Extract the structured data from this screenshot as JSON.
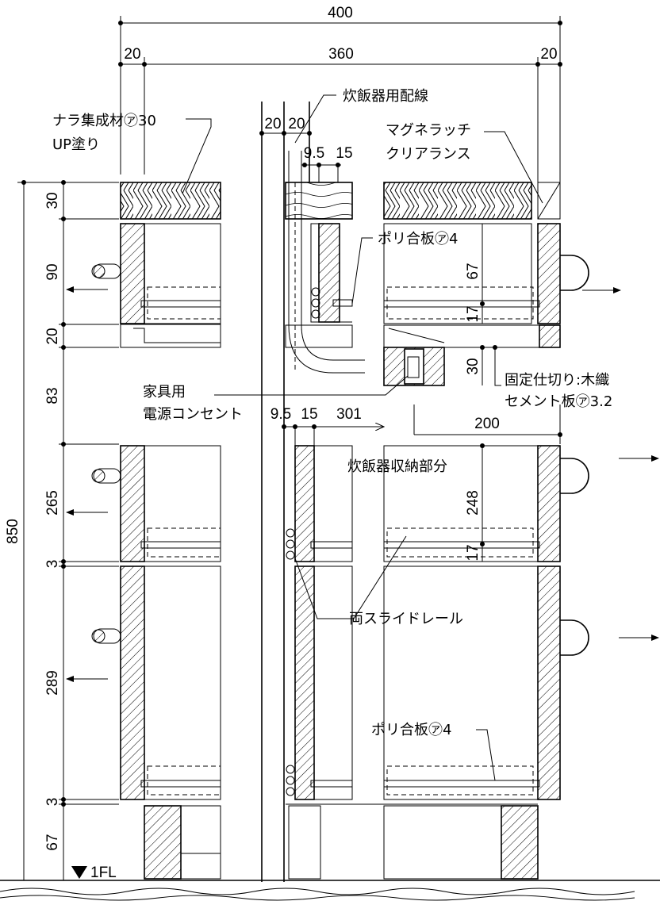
{
  "dims": {
    "total_width": "400",
    "side_left": "20",
    "inner_width": "360",
    "side_right": "20",
    "wiring_a": "20",
    "wiring_b": "20",
    "gap_95_top": "9.5",
    "gap_15_top": "15",
    "h_30": "30",
    "h_90": "90",
    "h_20": "20",
    "h_83": "83",
    "h_265": "265",
    "h_3a": "3",
    "h_289": "289",
    "h_3b": "3",
    "h_67": "67",
    "h_850": "850",
    "inner_67": "67",
    "inner_17a": "17",
    "inner_30": "30",
    "mid_95": "9.5",
    "mid_15": "15",
    "mid_301": "301",
    "mid_200": "200",
    "inner_248": "248",
    "inner_17b": "17"
  },
  "labels": {
    "top_material_1": "ナラ集成材㋐30",
    "top_material_2": "UP塗り",
    "rice_wiring": "炊飯器用配線",
    "magnet_1": "マグネラッチ",
    "magnet_2": "クリアランス",
    "poly_top": "ポリ合板㋐4",
    "partition_1": "固定仕切り:木織",
    "partition_2": "セメント板㋐3.2",
    "outlet_1": "家具用",
    "outlet_2": "電源コンセント",
    "rice_storage": "炊飯器収納部分",
    "slide_rail": "両スライドレール",
    "poly_bottom": "ポリ合板㋐4",
    "floor_level": "1FL"
  }
}
